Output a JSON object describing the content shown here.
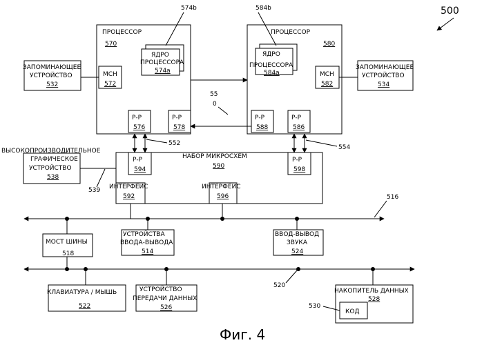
{
  "figure_ref": "500",
  "caption": "Фиг. 4",
  "processor1": {
    "title": "ПРОЦЕССОР",
    "num": "570",
    "core_ref": "574b",
    "core_line1": "ЯДРО",
    "core_line2": "ПРОЦЕССОРА",
    "core_num": "574a",
    "mch_label": "МСН",
    "mch_num": "572",
    "pp_left_label": "Р-Р",
    "pp_left_num": "576",
    "pp_right_label": "Р-Р",
    "pp_right_num": "578"
  },
  "processor2": {
    "title": "ПРОЦЕССОР",
    "num": "580",
    "core_ref": "584b",
    "core_line1": "ЯДРО",
    "core_line2": "ПРОЦЕССОРА",
    "core_num": "584a",
    "mch_label": "МСН",
    "mch_num": "582",
    "pp_left_label": "Р-Р",
    "pp_left_num": "588",
    "pp_right_label": "Р-Р",
    "pp_right_num": "586"
  },
  "memory1": {
    "line1": "ЗАПОМИНАЮЩЕЕ",
    "line2": "УСТРОЙСТВО",
    "num": "532"
  },
  "memory2": {
    "line1": "ЗАПОМИНАЮЩЕЕ",
    "line2": "УСТРОЙСТВО",
    "num": "534"
  },
  "link_ref_a": "55",
  "link_ref_b": "0",
  "ref_552": "552",
  "ref_554": "554",
  "ref_539": "539",
  "ref_516": "516",
  "ref_520": "520",
  "ref_530": "530",
  "chipset": {
    "title": "НАБОР МИКРОСХЕМ",
    "num": "590",
    "pp_left_label": "Р-Р",
    "pp_left_num": "594",
    "pp_right_label": "Р-Р",
    "pp_right_num": "598",
    "if_left_label": "ИНТЕРФЕЙС",
    "if_left_num": "592",
    "if_right_label": "ИНТЕРФЕЙС",
    "if_right_num": "596"
  },
  "graphics": {
    "line1": "ВЫСОКОПРОИЗВОДИТЕЛЬНОЕ",
    "line2": "ГРАФИЧЕСКОЕ",
    "line3": "УСТРОЙСТВО",
    "num": "538"
  },
  "bus_bridge": {
    "label": "МОСТ ШИНЫ",
    "num": "518"
  },
  "io_devices": {
    "line1": "УСТРОЙСТВА",
    "line2": "ВВОДА-ВЫВОДА",
    "num": "514"
  },
  "audio_io": {
    "line1": "ВВОД-ВЫВОД",
    "line2": "ЗВУКА",
    "num": "524"
  },
  "keyboard": {
    "label": "КЛАВИАТУРА / МЫШЬ",
    "num": "522"
  },
  "comm_device": {
    "line1": "УСТРОЙСТВО",
    "line2": "ПЕРЕДАЧИ ДАННЫХ",
    "num": "526"
  },
  "storage": {
    "label": "НАКОПИТЕЛЬ ДАННЫХ",
    "num": "528",
    "code_label": "КОД"
  }
}
